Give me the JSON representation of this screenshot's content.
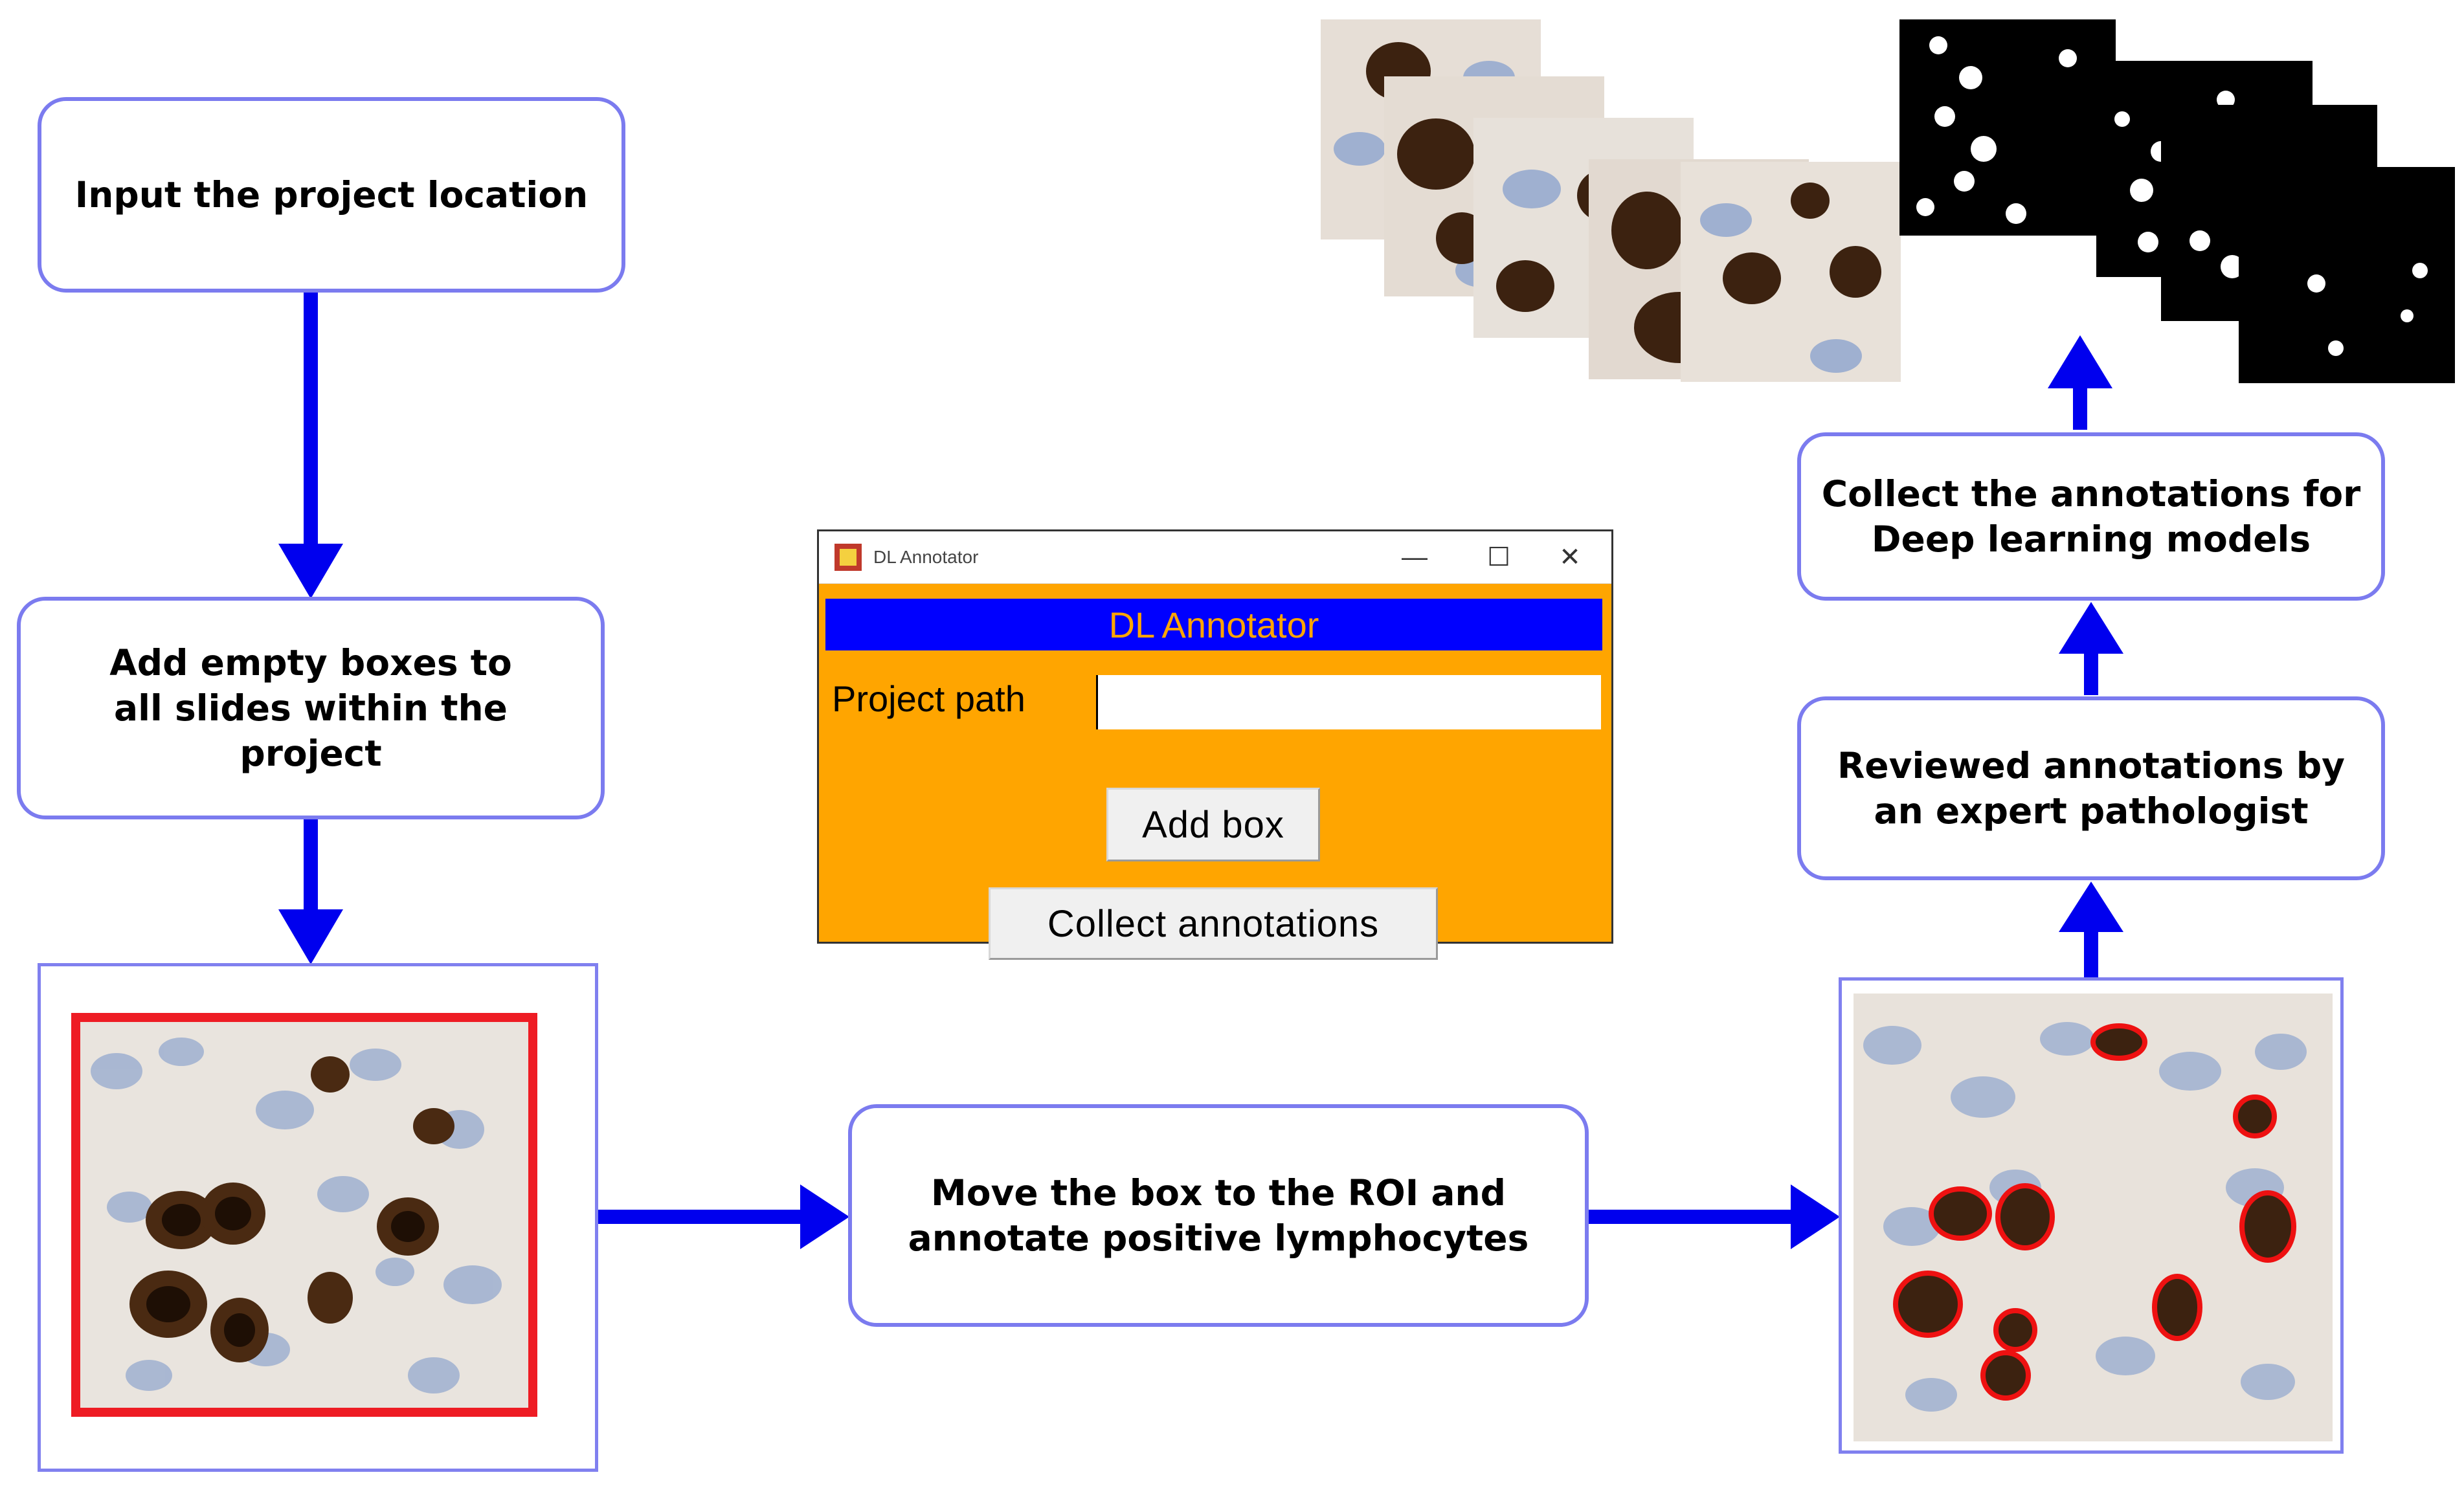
{
  "steps": {
    "input_location": "Input the project location",
    "add_boxes": "Add empty boxes to\nall slides within the project",
    "move_box": "Move the box to the ROI and\nannotate positive lymphocytes",
    "reviewed": "Reviewed annotations by\nan expert pathologist",
    "collect": "Collect the annotations for\nDeep learning models"
  },
  "app_window": {
    "title": "DL Annotator",
    "minimize_icon": "minimize-icon",
    "maximize_icon": "maximize-icon",
    "close_icon": "close-icon",
    "banner": "DL Annotator",
    "path_label": "Project path",
    "path_value": "",
    "add_box_label": "Add box",
    "collect_label": "Collect annotations"
  },
  "colors": {
    "arrow": "#0000ee",
    "node_border": "#7b7bef",
    "window_bg": "#ffa500",
    "banner_bg": "#0000ff",
    "roi_box": "#ee1c24",
    "annotation_outline": "#ee1111"
  }
}
